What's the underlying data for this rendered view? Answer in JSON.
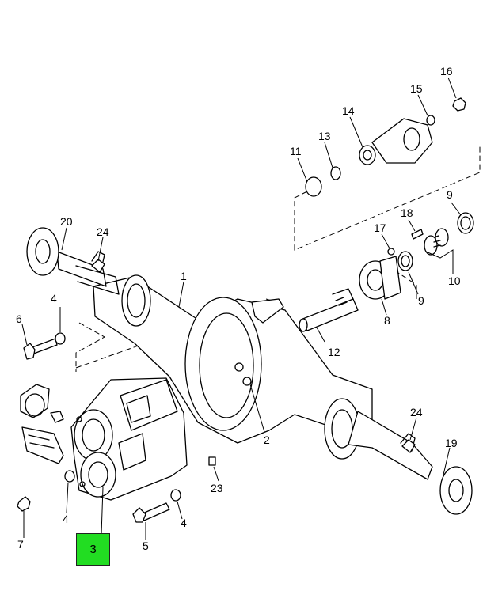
{
  "highlight": {
    "label": "3",
    "color": "#22dd22"
  },
  "callouts": {
    "c1": "1",
    "c2": "2",
    "c4a": "4",
    "c4b": "4",
    "c4c": "4",
    "c5": "5",
    "c6": "6",
    "c7": "7",
    "c8": "8",
    "c9a": "9",
    "c9b": "9",
    "c10": "10",
    "c11": "11",
    "c12": "12",
    "c13": "13",
    "c14": "14",
    "c15": "15",
    "c16": "16",
    "c17": "17",
    "c18": "18",
    "c19": "19",
    "c20": "20",
    "c23": "23",
    "c24a": "24",
    "c24b": "24"
  }
}
